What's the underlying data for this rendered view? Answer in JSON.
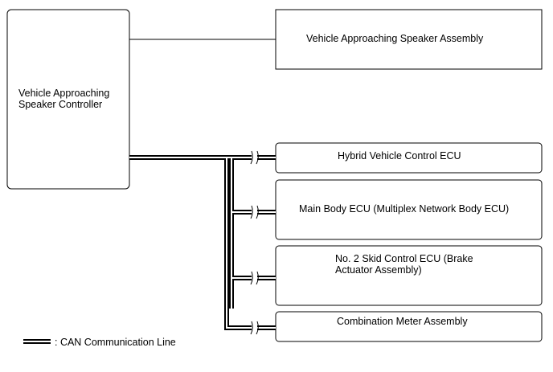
{
  "controller": {
    "label_line1": "Vehicle Approaching",
    "label_line2": "Speaker Controller"
  },
  "speaker_assembly": {
    "label": "Vehicle Approaching Speaker Assembly"
  },
  "ecus": [
    {
      "label_line1": "Hybrid Vehicle Control ECU",
      "label_line2": ""
    },
    {
      "label_line1": "Main Body ECU (Multiplex Network Body ECU)",
      "label_line2": ""
    },
    {
      "label_line1": "No. 2 Skid Control ECU (Brake",
      "label_line2": "Actuator Assembly)"
    },
    {
      "label_line1": "Combination Meter Assembly",
      "label_line2": ""
    }
  ],
  "legend": {
    "label": ": CAN Communication Line"
  },
  "colors": {
    "line": "#000000",
    "box_border": "#000000",
    "background": "#ffffff"
  }
}
